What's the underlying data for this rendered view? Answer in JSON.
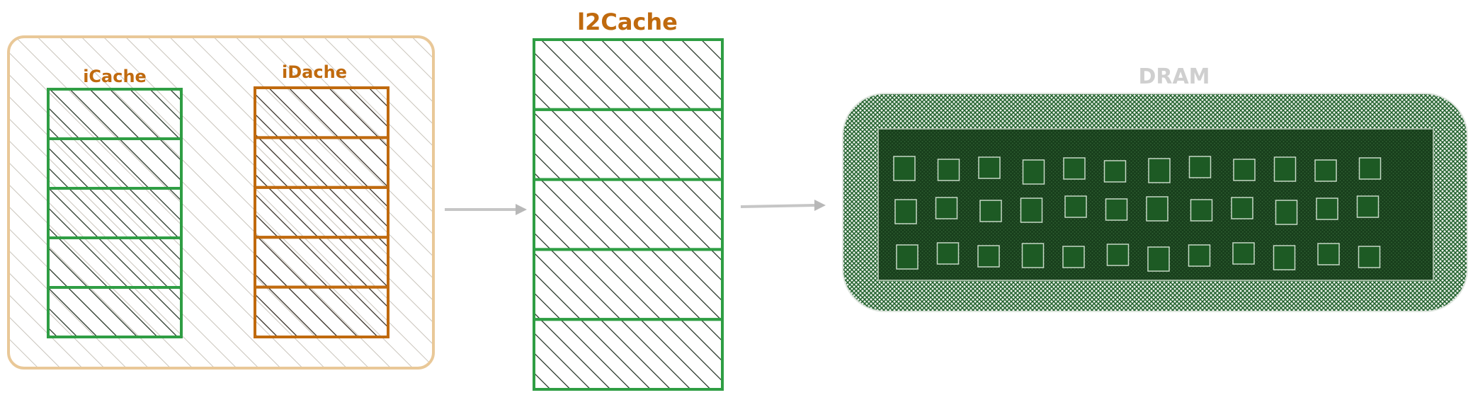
{
  "colors": {
    "green": "#2f9e44",
    "dark_green": "#1f5f2a",
    "orange": "#c06a0e",
    "tan": "#e9c898",
    "hatch_light": "#c8c3ba",
    "hatch_dark": "#1b2a1b",
    "dram_label": "#cfcfcf"
  },
  "labels": {
    "icache": "iCache",
    "idcache": "iDache",
    "l2cache": "l2Cache",
    "dram": "DRAM"
  },
  "blocks": {
    "icache_rows": 5,
    "idcache_rows": 5,
    "l2cache_rows": 5,
    "dram_chip_grid": [
      3,
      12
    ]
  }
}
